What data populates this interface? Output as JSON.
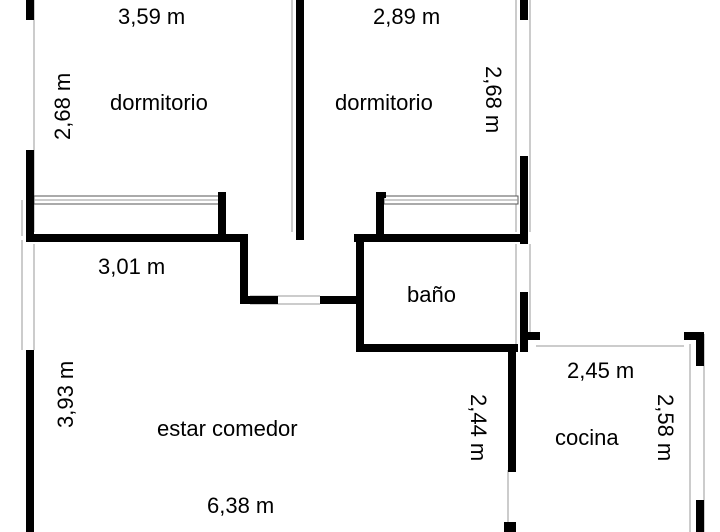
{
  "colors": {
    "wall": "#000000",
    "background": "#ffffff",
    "window": "#9a9a9a"
  },
  "rooms": [
    {
      "id": "dorm1",
      "name": "dormitorio"
    },
    {
      "id": "dorm2",
      "name": "dormitorio"
    },
    {
      "id": "bano",
      "name": "baño"
    },
    {
      "id": "estar",
      "name": "estar comedor"
    },
    {
      "id": "cocina",
      "name": "cocina"
    }
  ],
  "dimensions": [
    {
      "id": "dorm1_w",
      "text": "3,59 m"
    },
    {
      "id": "dorm1_h",
      "text": "2,68 m"
    },
    {
      "id": "dorm2_w",
      "text": "2,89 m"
    },
    {
      "id": "dorm2_h",
      "text": "2,68 m"
    },
    {
      "id": "hall_w",
      "text": "3,01 m"
    },
    {
      "id": "estar_h",
      "text": "3,93 m"
    },
    {
      "id": "estar_w",
      "text": "6,38 m"
    },
    {
      "id": "partition_h",
      "text": "2,44 m"
    },
    {
      "id": "cocina_w",
      "text": "2,45 m"
    },
    {
      "id": "cocina_h",
      "text": "2,58 m"
    }
  ]
}
